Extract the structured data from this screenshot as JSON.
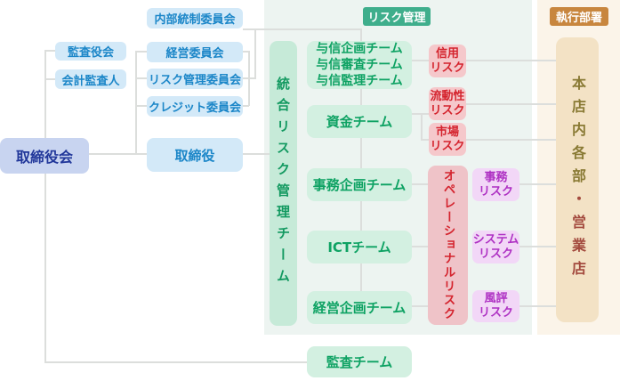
{
  "badges": {
    "risk_management": "リスク管理",
    "executive_departments": "執行部署"
  },
  "governance": {
    "board_of_directors": "取締役会",
    "audit_and_supervisory_board": "監査役会",
    "accounting_auditor": "会計監査人",
    "internal_control_committee": "内部統制委員会",
    "management_committee": "経営委員会",
    "risk_management_committee": "リスク管理委員会",
    "credit_committee": "クレジット委員会",
    "directors": "取締役"
  },
  "risk_teams": {
    "integrated_risk_team": "統合リスク管理チーム",
    "credit_teams": [
      "与信企画チーム",
      "与信審査チーム",
      "与信監理チーム"
    ],
    "funds_team": "資金チーム",
    "admin_planning_team": "事務企画チーム",
    "ict_team": "ICTチーム",
    "corporate_planning_team": "経営企画チーム",
    "audit_team": "監査チーム"
  },
  "risks": {
    "credit_risk": [
      "信用",
      "リスク"
    ],
    "liquidity_risk": [
      "流動性",
      "リスク"
    ],
    "market_risk": [
      "市場",
      "リスク"
    ],
    "operational_risk": "オペレーショナルリスク",
    "admin_risk": [
      "事務",
      "リスク"
    ],
    "system_risk": [
      "システム",
      "リスク"
    ],
    "reputation_risk": [
      "風評",
      "リスク"
    ]
  },
  "executive": {
    "branch_label_part1": "本店内各部",
    "branch_label_part2": "・営業店"
  },
  "colors": {
    "risk_panel_bg": "#edf4f1",
    "exec_panel_bg": "#fbf4e9",
    "blue_box_bg": "#d3e9f8",
    "blue_text": "#1b86c8",
    "board_box_bg": "#c8d4f0",
    "board_text": "#21379a",
    "team_box_bg": "#d3f0e1",
    "team_text": "#0ea263",
    "integrated_box_bg": "#c6ead8",
    "risk_badge_bg": "#3fae8c",
    "exec_badge_bg": "#c8863e",
    "pink_box_bg": "#f5c8cb",
    "red_text": "#d4232d",
    "purple_box_bg": "#f2d7f7",
    "purple_text": "#ae30c3",
    "branch_box_bg": "#f3e2c5",
    "branch_text_olive": "#897a34",
    "branch_text_red": "#a34a3e",
    "connector_line": "#dcdedc"
  }
}
